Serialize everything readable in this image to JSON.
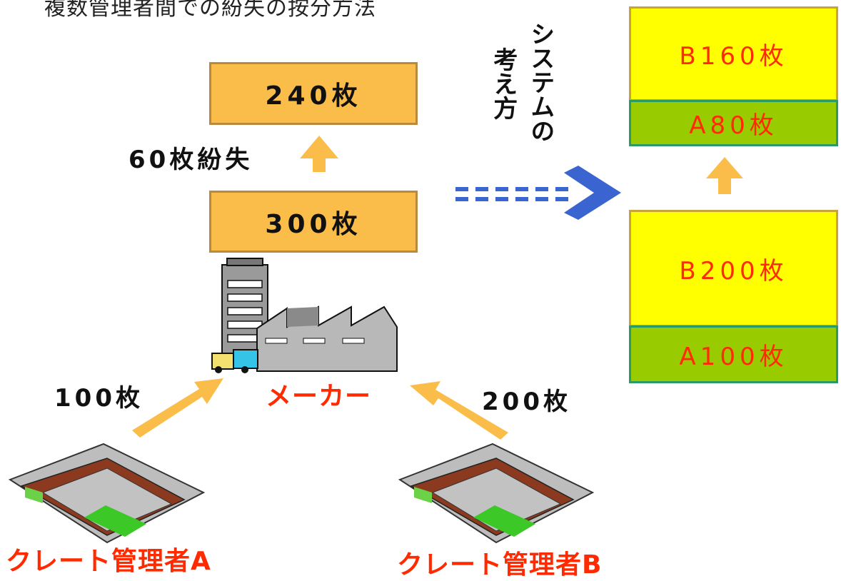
{
  "title": "複数管理者間での紛失の按分方法",
  "top_box": "240枚",
  "loss_label": "60枚紛失",
  "mid_box": "300枚",
  "maker_label": "メーカー",
  "in_a_label": "100枚",
  "in_b_label": "200枚",
  "manager_a": "クレート管理者A",
  "manager_b": "クレート管理者B",
  "system_col1": "システムの",
  "system_col2": "考え方",
  "right_top_b": "B160枚",
  "right_top_a": "A80枚",
  "right_bottom_b": "B200枚",
  "right_bottom_a": "A100枚",
  "colors": {
    "arrow_orange": "#fbbd4a",
    "arrow_blue": "#3a64d0",
    "label_red": "#ff2a00"
  }
}
